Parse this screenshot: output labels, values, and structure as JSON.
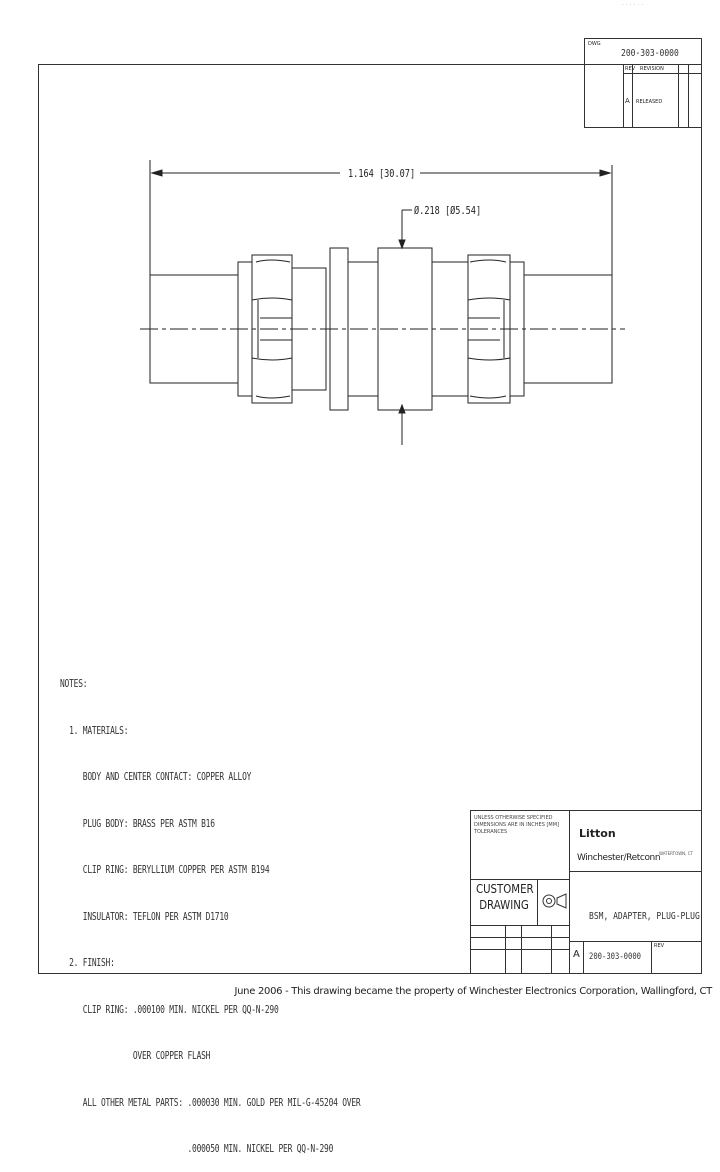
{
  "drawing_number": "200-303-0000",
  "revision_block": {
    "rev_header": "REVISION",
    "rev_letter": "A",
    "rev_desc": "RELEASED",
    "rev_label": "REV"
  },
  "dimensions": {
    "length": "1.164 [30.07]",
    "diameter": "Ø.218 [Ø5.54]"
  },
  "notes": {
    "title": "NOTES:",
    "lines": [
      "  1. MATERIALS:",
      "     BODY AND CENTER CONTACT: COPPER ALLOY",
      "     PLUG BODY: BRASS PER ASTM B16",
      "     CLIP RING: BERYLLIUM COPPER PER ASTM B194",
      "     INSULATOR: TEFLON PER ASTM D1710",
      "  2. FINISH:",
      "     CLIP RING: .000100 MIN. NICKEL PER QQ-N-290",
      "                OVER COPPER FLASH",
      "     ALL OTHER METAL PARTS: .000030 MIN. GOLD PER MIL-G-45204 OVER",
      "                            .000050 MIN. NICKEL PER QQ-N-290"
    ]
  },
  "title_block": {
    "company": "Litton",
    "division": "Winchester/Retconn",
    "division_sub": "WATERTOWN, CT",
    "customer_label": "CUSTOMER",
    "drawing_label": "DRAWING",
    "part_description": "BSM, ADAPTER, PLUG-PLUG",
    "size": "A",
    "part_number": "200-303-0000",
    "tolerance_text": "UNLESS OTHERWISE SPECIFIED DIMENSIONS ARE IN INCHES [MM] TOLERANCES",
    "rev_label": "REV"
  },
  "footer": "June 2006 - This drawing became the property of Winchester Electronics Corporation, Wallingford, CT"
}
